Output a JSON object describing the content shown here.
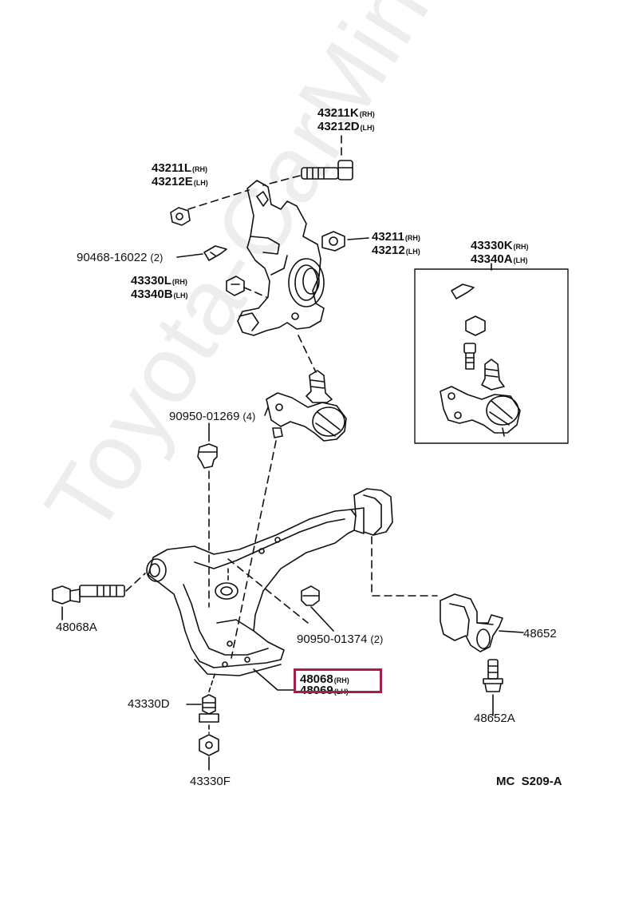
{
  "watermark": "Toyota-CarMine.ru",
  "diagram_code": "MC  S209-A",
  "accent_color": "#a3204a",
  "parts": {
    "p43211K": {
      "top": "43211K",
      "top_sfx": "(RH)",
      "bottom": "43212D",
      "bottom_sfx": "(LH)"
    },
    "p43211L": {
      "top": "43211L",
      "top_sfx": "(RH)",
      "bottom": "43212E",
      "bottom_sfx": "(LH)"
    },
    "p43211": {
      "top": "43211",
      "top_sfx": "(RH)",
      "bottom": "43212",
      "bottom_sfx": "(LH)"
    },
    "p90468": {
      "label": "90468-16022",
      "qty": "(2)"
    },
    "p43330K": {
      "top": "43330K",
      "top_sfx": "(RH)",
      "bottom": "43340A",
      "bottom_sfx": "(LH)"
    },
    "p43330L": {
      "top": "43330L",
      "top_sfx": "(RH)",
      "bottom": "43340B",
      "bottom_sfx": "(LH)"
    },
    "p90950a": {
      "label": "90950-01269",
      "qty": "(4)"
    },
    "p48068A": {
      "label": "48068A"
    },
    "p90950b": {
      "label": "90950-01374",
      "qty": "(2)"
    },
    "p48652": {
      "label": "48652"
    },
    "p48068": {
      "top": "48068",
      "top_sfx": "(RH)",
      "bottom": "48069",
      "bottom_sfx": "(LH)"
    },
    "p43330D": {
      "label": "43330D"
    },
    "p48652A": {
      "label": "48652A"
    },
    "p43330F": {
      "label": "43330F"
    }
  }
}
